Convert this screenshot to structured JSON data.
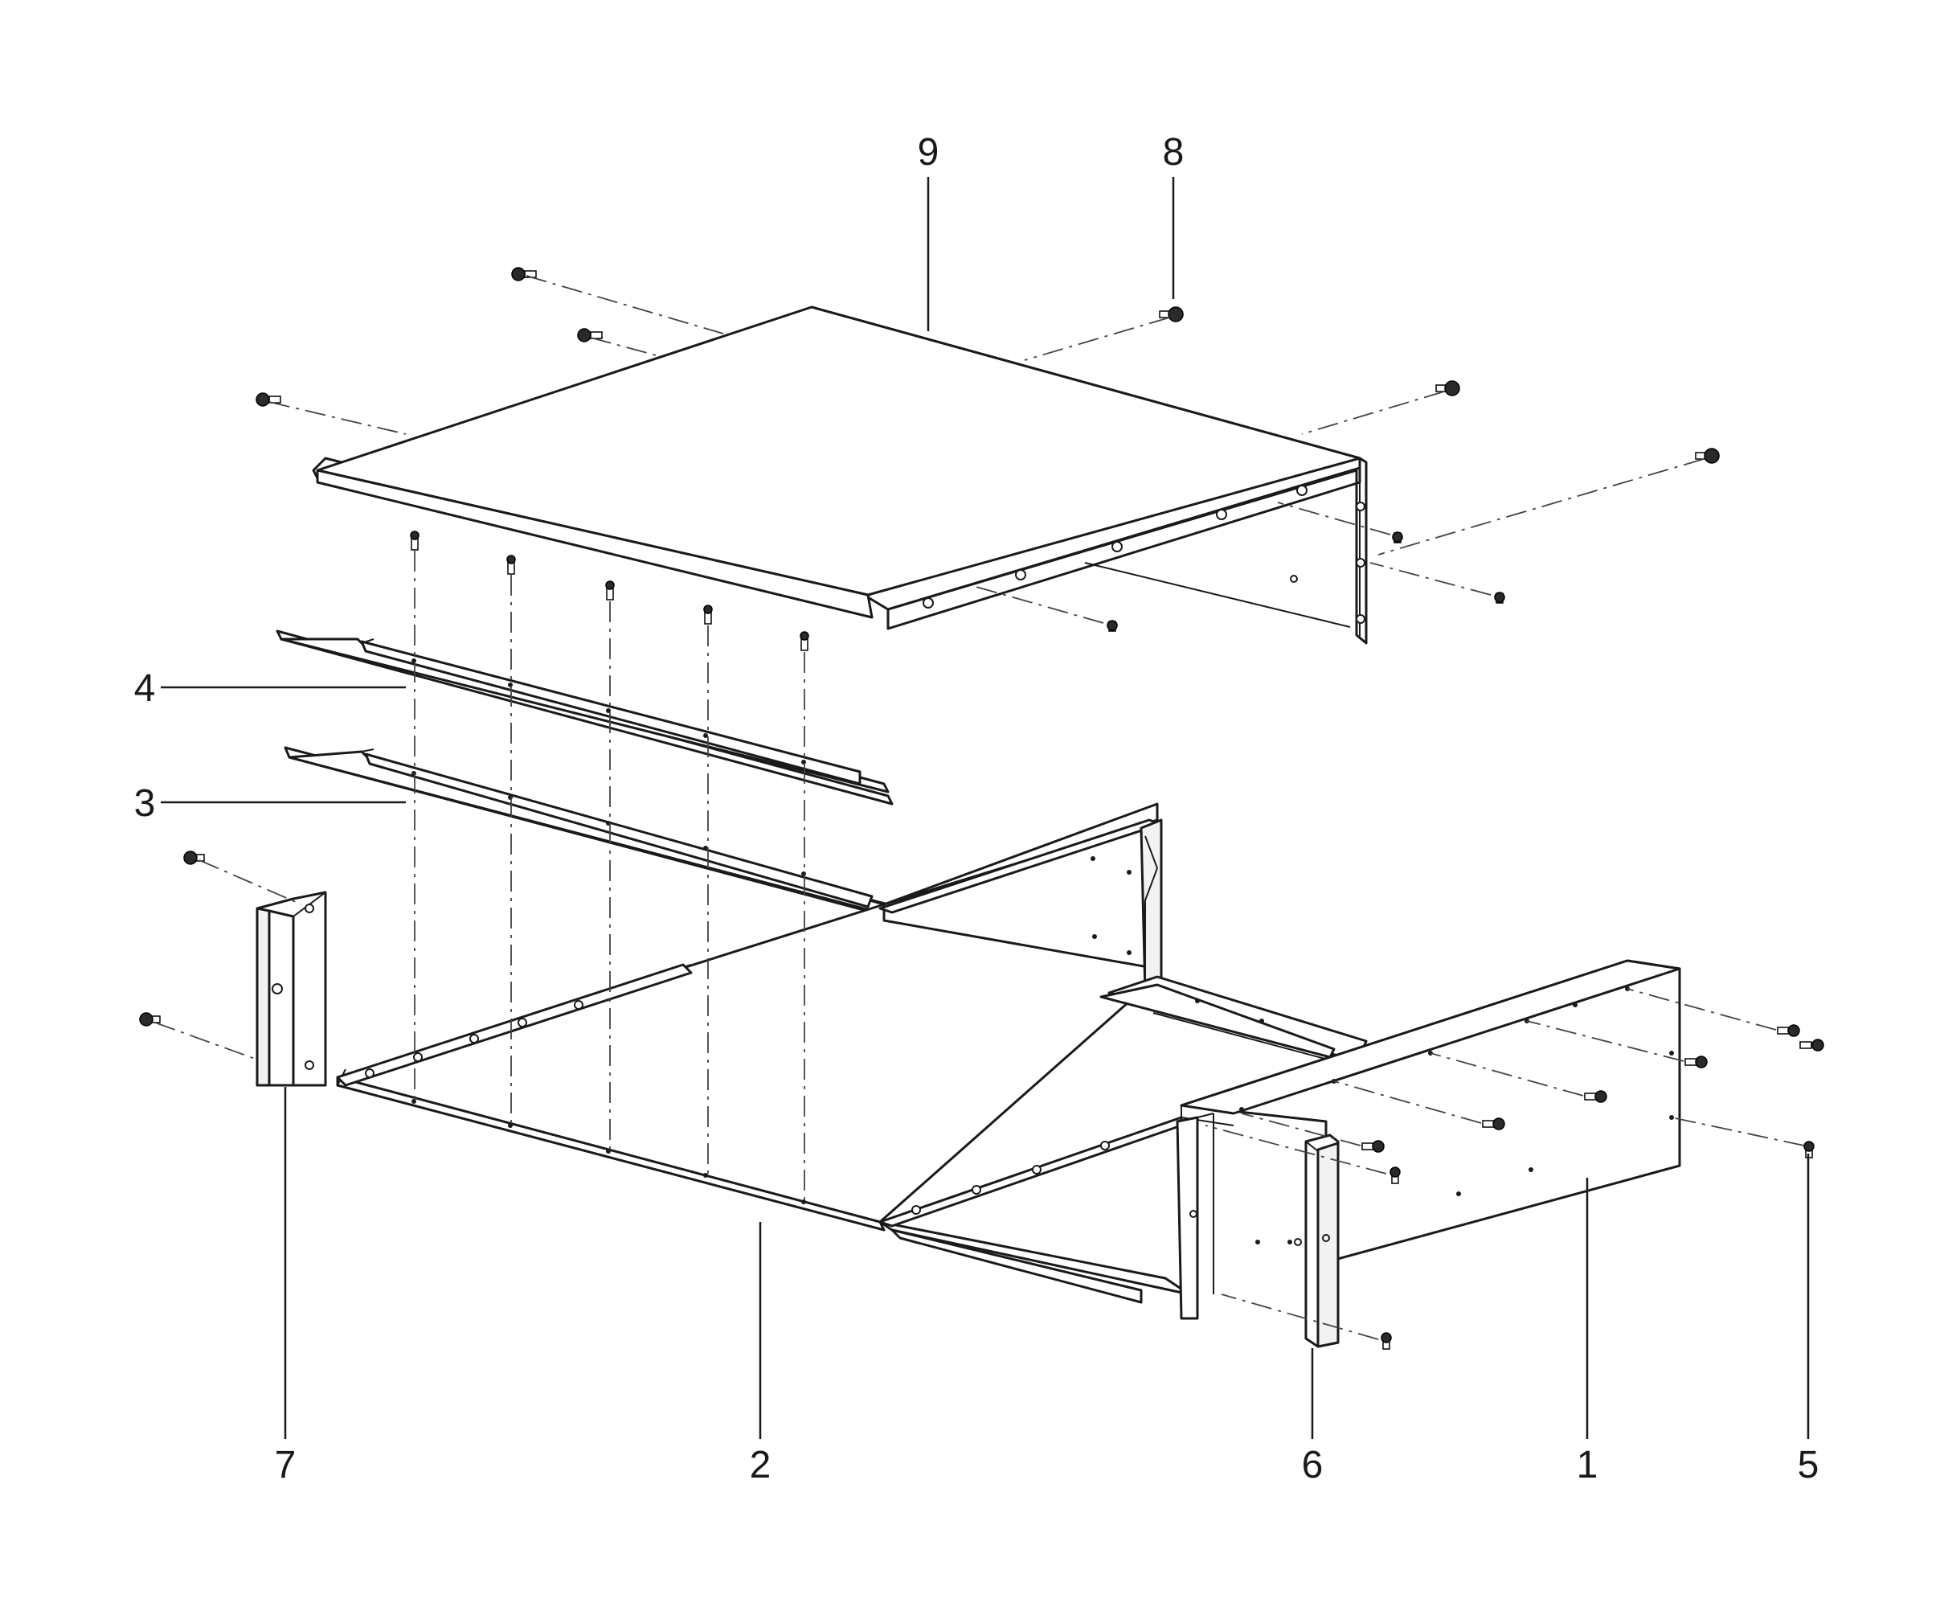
{
  "callouts": {
    "n1": "1",
    "n2": "2",
    "n3": "3",
    "n4": "4",
    "n5": "5",
    "n6": "6",
    "n7": "7",
    "n8": "8",
    "n9": "9"
  },
  "colors": {
    "line": "#1a1a1a",
    "background": "#ffffff"
  }
}
